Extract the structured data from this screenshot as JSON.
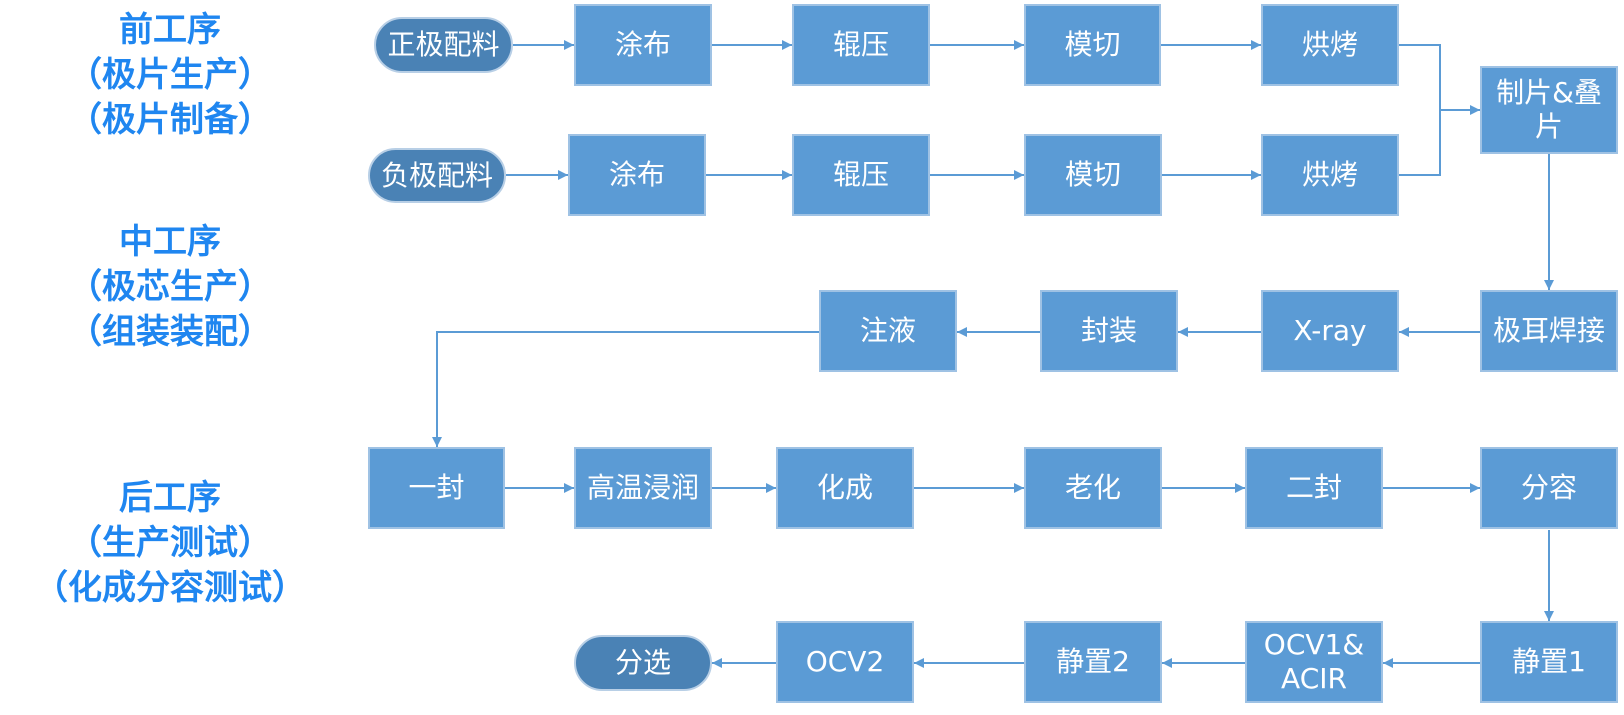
{
  "stages": [
    {
      "title": "前工序",
      "lines": [
        "（极片生产）",
        "（极片制备）"
      ]
    },
    {
      "title": "中工序",
      "lines": [
        "（极芯生产）",
        "（组装装配）"
      ]
    },
    {
      "title": "后工序",
      "lines": [
        "（生产测试）",
        "（化成分容测试）"
      ]
    }
  ],
  "nodes": {
    "cathode_mix": "正极配料",
    "coat_1": "涂布",
    "roll_1": "辊压",
    "die_cut_1": "模切",
    "bake_1": "烘烤",
    "anode_mix": "负极配料",
    "coat_2": "涂布",
    "roll_2": "辊压",
    "die_cut_2": "模切",
    "bake_2": "烘烤",
    "stack": "制片&叠片",
    "tab_weld": "极耳焊接",
    "xray": "X-ray",
    "package": "封装",
    "inject": "注液",
    "seal_1": "一封",
    "soak": "高温浸润",
    "formation": "化成",
    "aging": "老化",
    "seal_2": "二封",
    "grading": "分容",
    "rest_1": "静置1",
    "ocv1_acir": "OCV1&ACIR",
    "rest_2": "静置2",
    "ocv2": "OCV2",
    "sorting": "分选"
  },
  "colors": {
    "stage_text": "#1f86f0",
    "process_fill": "#5b9bd5",
    "terminal_fill": "#4a82b5",
    "arrow": "#5b9bd5"
  }
}
